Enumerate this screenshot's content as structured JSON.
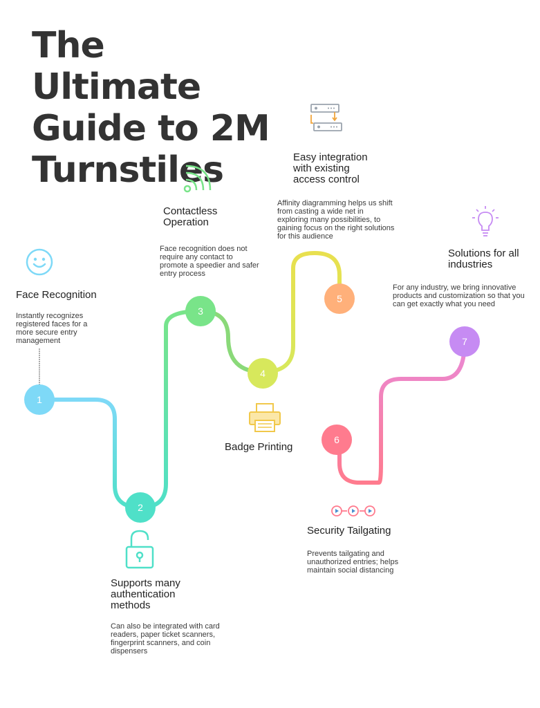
{
  "title": "The Ultimate Guide to 2M Turnstiles",
  "colors": {
    "step1": "#7ed9f7",
    "step2": "#4fe0c8",
    "step3": "#79e489",
    "step4": "#d7e85c",
    "step5": "#ffb07a",
    "step6": "#ff7b8e",
    "step7": "#c68bf3"
  },
  "steps": [
    {
      "number": "1",
      "heading": "Face Recognition",
      "description": "Instantly recognizes registered faces for a more secure entry management",
      "icon": "smiley-icon"
    },
    {
      "number": "2",
      "heading": "Supports many authentication methods",
      "description": "Can also be integrated with card readers, paper ticket scanners, fingerprint scanners, and coin dispensers",
      "icon": "unlocked-padlock-icon"
    },
    {
      "number": "3",
      "heading": "Contactless Operation",
      "description": "Face recognition does not require any contact to promote a speedier and safer entry process",
      "icon": "wireless-signal-icon"
    },
    {
      "number": "4",
      "heading": "Badge Printing",
      "description": "",
      "icon": "printer-icon"
    },
    {
      "number": "5",
      "heading": "Easy integration with existing access control",
      "description": "Affinity diagramming helps us shift from casting a wide net in exploring many possibilities, to gaining focus on the right solutions for this audience",
      "icon": "server-sync-icon"
    },
    {
      "number": "6",
      "heading": "Security Tailgating",
      "description": "Prevents tailgating and unauthorized entries; helps maintain social distancing",
      "icon": "three-circles-chain-icon"
    },
    {
      "number": "7",
      "heading": "Solutions for all industries",
      "description": "For any industry, we bring innovative products and customization so that you can get exactly what you need",
      "icon": "lightbulb-icon"
    }
  ]
}
